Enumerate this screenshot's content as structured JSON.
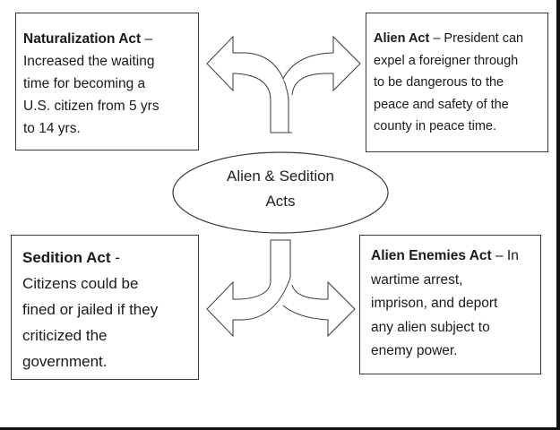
{
  "diagram": {
    "center": {
      "line1": "Alien & Sedition",
      "line2": "Acts"
    },
    "boxes": {
      "naturalization": {
        "title": "Naturalization Act",
        "separator": " –",
        "lines": [
          "Increased the waiting",
          "time for becoming  a",
          "U.S. citizen  from 5 yrs",
          "to 14 yrs."
        ]
      },
      "alien": {
        "title": "Alien Act",
        "separator": " – President can",
        "lines": [
          "expel a foreigner through",
          "to be dangerous to the",
          "peace and safety of the",
          "county in peace time."
        ]
      },
      "sedition": {
        "title": "Sedition Act",
        "separator": " -",
        "lines": [
          "Citizens could be",
          "fined or jailed if they",
          "criticized the",
          "government."
        ]
      },
      "alien_enemies": {
        "title": "Alien Enemies Act",
        "separator": " – In",
        "lines": [
          "wartime arrest,",
          "imprison, and deport",
          "any alien subject to",
          "enemy power."
        ]
      }
    },
    "connectors": [
      {
        "name": "split-arrow-top",
        "points_to": [
          "naturalization",
          "alien"
        ]
      },
      {
        "name": "split-arrow-bottom",
        "points_to": [
          "sedition",
          "alien_enemies"
        ]
      }
    ],
    "colors": {
      "stroke": "#3a3a3a",
      "fill": "#ffffff",
      "text": "#1a1a1a",
      "frame": "#111111"
    }
  }
}
